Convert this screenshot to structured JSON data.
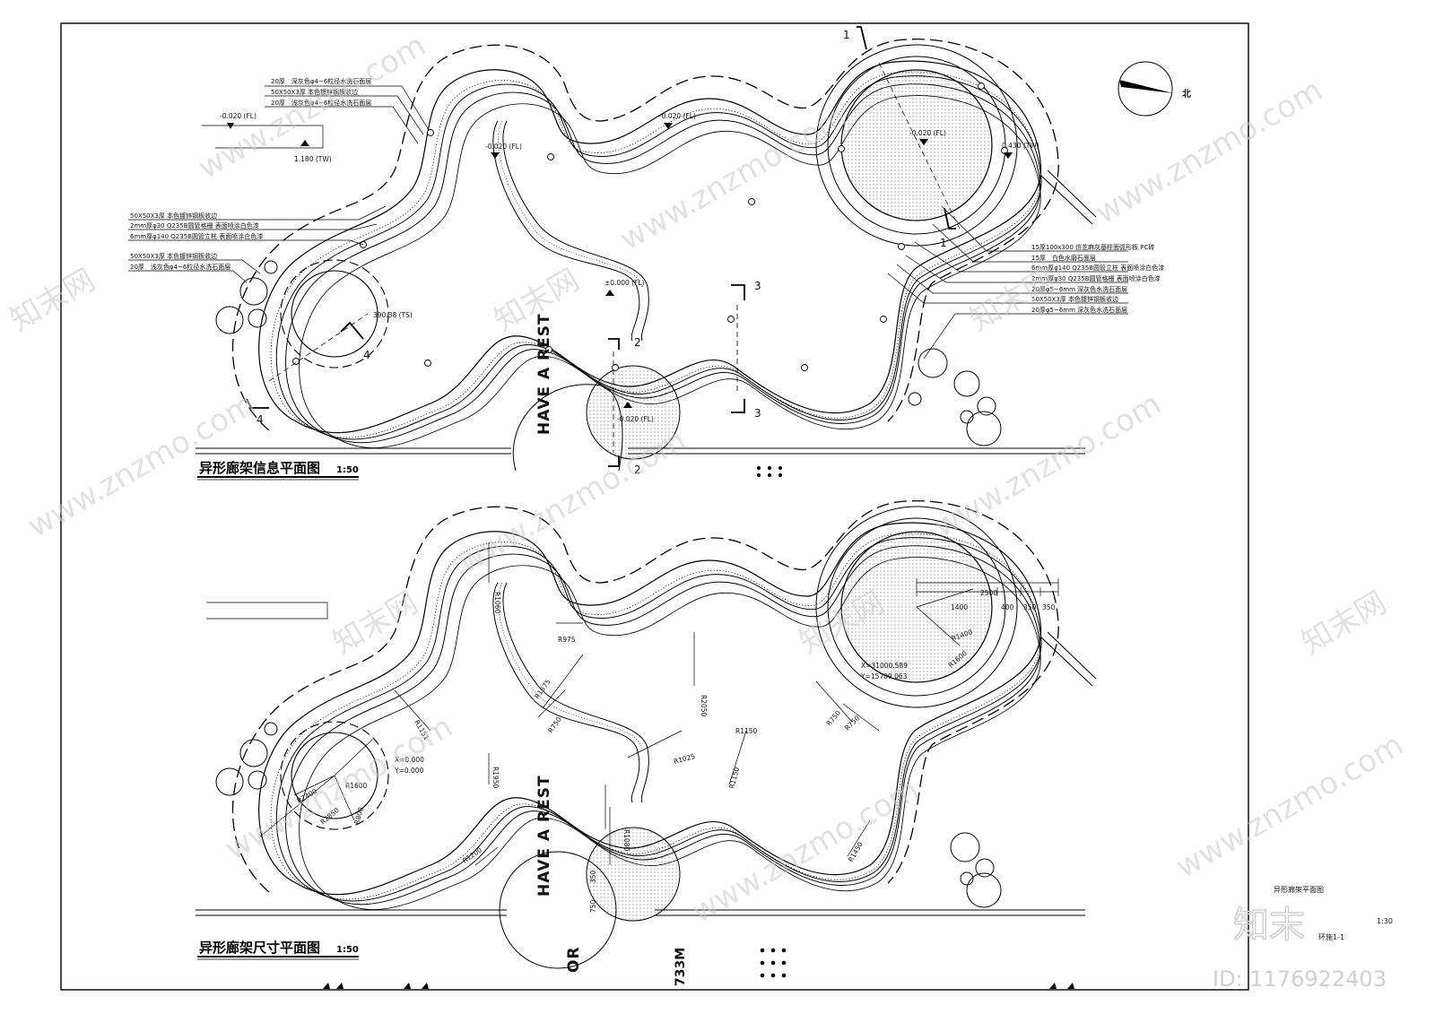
{
  "plans": [
    {
      "title": "异形廊架信息平面图",
      "scale": "1:50",
      "elevations": [
        {
          "label": "-0.020 (FL)",
          "pos": "left"
        },
        {
          "label": "1.180 (TW)",
          "pos": "left-low"
        },
        {
          "label": "-0.020 (FL)",
          "pos": "top-mid"
        },
        {
          "label": "-0.020 (FL)",
          "pos": "inner"
        },
        {
          "label": "-0.020 (FL)",
          "pos": "circle"
        },
        {
          "label": "0.430 (TW)",
          "pos": "right"
        },
        {
          "label": "±0.000 (FL)",
          "pos": "center"
        },
        {
          "label": "-0.020 (FL)",
          "pos": "bottom"
        },
        {
          "label": "390.38 (TS)",
          "pos": "left-circle"
        }
      ],
      "annotations_top": [
        "20厚　深灰色φ4~6粒径水洗石面层",
        "50X50X3厚 本色镀锌钢板收边",
        "20厚　浅灰色φ4~6粒径水洗石面层"
      ],
      "annotations_left": [
        "50X50X3厚 本色镀锌钢板收边",
        "2mm厚φ30 Q235B圆管格栅 表面喷涂白色漆",
        "6mm厚φ140 Q235B圆管立柱 表面喷涂白色漆",
        "50X50X3厚 本色镀锌钢板收边",
        "20厚　浅灰色φ4~6粒径水洗石面层"
      ],
      "annotations_right": [
        "15厚100x300 仿芝麻灰基柱面弧形板 PC砖",
        "15厚　白色水磨石面层",
        "6mm厚φ140 Q235B圆管立柱 表面喷涂白色漆",
        "2mm厚φ30 Q235B圆管格栅 表面喷涂白色漆",
        "20厚φ5~6mm 深灰色水洗石面层",
        "50X50X3厚 本色镀锌钢板收边",
        "20厚φ5~6mm 深灰色水洗石面层"
      ],
      "section_marks": [
        "1",
        "1",
        "2",
        "2",
        "3",
        "3",
        "4",
        "4"
      ],
      "north": "北",
      "ground_text": "HAVE A REST"
    },
    {
      "title": "异形廊架尺寸平面图",
      "scale": "1:50",
      "radii": [
        "R1600",
        "R2400",
        "R2850",
        "R800",
        "R1151",
        "R1200",
        "R1950",
        "R1575",
        "R750",
        "R1025",
        "R1060",
        "R2050",
        "R1150",
        "R1450",
        "R750",
        "R750",
        "R1400",
        "R1600",
        "R975",
        "R1080",
        "R1150"
      ],
      "dims_top": [
        "2500",
        "1400",
        "400",
        "350",
        "350"
      ],
      "coords_left": [
        "X=0.000",
        "Y=0.000"
      ],
      "coords_right": [
        "X=31000.589",
        "Y=15709.063"
      ],
      "small_dims": [
        "350",
        "750"
      ],
      "ground_text": "HAVE A REST",
      "ground_text_2": "OR",
      "ground_text_3": "733M"
    }
  ],
  "title_block": {
    "drawing_name": "异形廊架平面图",
    "scale": "1:30",
    "number": "环施1-1"
  },
  "watermark": {
    "site": "www.znzmo.com",
    "brand": "知末网",
    "logo": "知末",
    "id": "ID: 1176922403"
  }
}
